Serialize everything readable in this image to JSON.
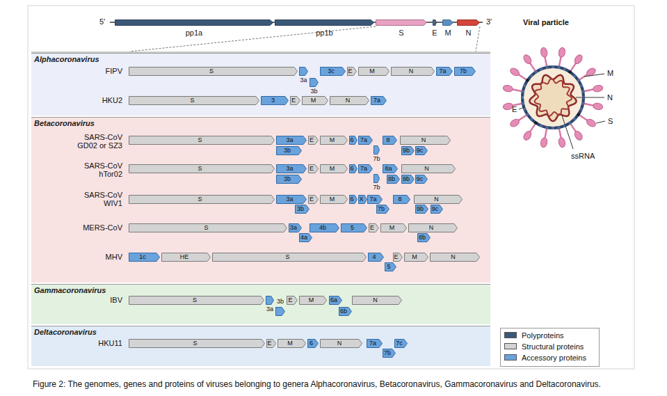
{
  "diagram": {
    "caption": "Figure 2: The genomes, genes and proteins of viruses belonging to genera Alphacoronavirus, Betacoronavirus, Gammacoronavirus and Deltacoronavirus.",
    "nodes": [
      {
        "text": [
          "pp1a"
        ]
      },
      {
        "text": [
          "pp1b"
        ]
      },
      {
        "text": [
          "S"
        ]
      },
      {
        "text": [
          "E"
        ]
      },
      {
        "text": [
          "M"
        ]
      },
      {
        "text": [
          "N"
        ]
      },
      {
        "text": [
          "Alphacoronavirus"
        ]
      },
      {
        "text": [
          "S"
        ],
        "in": 6
      },
      {
        "text": [
          "3a"
        ],
        "in": 6
      },
      {
        "text": [
          "3b"
        ],
        "in": 6
      },
      {
        "text": [
          "3c"
        ],
        "in": 6
      },
      {
        "text": [
          "E"
        ],
        "in": 6
      },
      {
        "text": [
          "M"
        ],
        "in": 6
      },
      {
        "text": [
          "N"
        ],
        "in": 6
      },
      {
        "text": [
          "7a"
        ],
        "in": 6
      },
      {
        "text": [
          "7b"
        ],
        "in": 6
      },
      {
        "text": [
          "S"
        ],
        "in": 6
      },
      {
        "text": [
          "3"
        ],
        "in": 6
      },
      {
        "text": [
          "E"
        ],
        "in": 6
      },
      {
        "text": [
          "M"
        ],
        "in": 6
      },
      {
        "text": [
          "N"
        ],
        "in": 6
      },
      {
        "text": [
          "7a"
        ],
        "in": 6
      },
      {
        "text": [
          "Betacoronavirus"
        ]
      },
      {
        "text": [
          "S"
        ],
        "in": 22
      },
      {
        "text": [
          "3a"
        ],
        "in": 22
      },
      {
        "text": [
          "3b"
        ],
        "in": 22
      },
      {
        "text": [
          "E"
        ],
        "in": 22
      },
      {
        "text": [
          "M"
        ],
        "in": 22
      },
      {
        "text": [
          "6"
        ],
        "in": 22
      },
      {
        "text": [
          "7a"
        ],
        "in": 22
      },
      {
        "text": [
          "7b"
        ],
        "in": 22
      },
      {
        "text": [
          "8"
        ],
        "in": 22
      },
      {
        "text": [
          "N"
        ],
        "in": 22
      },
      {
        "text": [
          "9b"
        ],
        "in": 22
      },
      {
        "text": [
          "9c"
        ],
        "in": 22
      },
      {
        "text": [
          "S"
        ],
        "in": 22
      },
      {
        "text": [
          "3a"
        ],
        "in": 22
      },
      {
        "text": [
          "3b"
        ],
        "in": 22
      },
      {
        "text": [
          "E"
        ],
        "in": 22
      },
      {
        "text": [
          "M"
        ],
        "in": 22
      },
      {
        "text": [
          "6"
        ],
        "in": 22
      },
      {
        "text": [
          "7a"
        ],
        "in": 22
      },
      {
        "text": [
          "7b"
        ],
        "in": 22
      },
      {
        "text": [
          "8a"
        ],
        "in": 22
      },
      {
        "text": [
          "8b"
        ],
        "in": 22
      },
      {
        "text": [
          "N"
        ],
        "in": 22
      },
      {
        "text": [
          "9b"
        ],
        "in": 22
      },
      {
        "text": [
          "9c"
        ],
        "in": 22
      },
      {
        "text": [
          "S"
        ],
        "in": 22
      },
      {
        "text": [
          "3a"
        ],
        "in": 22
      },
      {
        "text": [
          "3b"
        ],
        "in": 22
      },
      {
        "text": [
          "E"
        ],
        "in": 22
      },
      {
        "text": [
          "M"
        ],
        "in": 22
      },
      {
        "text": [
          "6"
        ],
        "in": 22
      },
      {
        "text": [
          "X"
        ],
        "in": 22
      },
      {
        "text": [
          "7a"
        ],
        "in": 22
      },
      {
        "text": [
          "7b"
        ],
        "in": 22
      },
      {
        "text": [
          "8"
        ],
        "in": 22
      },
      {
        "text": [
          "N"
        ],
        "in": 22
      },
      {
        "text": [
          "9b"
        ],
        "in": 22
      },
      {
        "text": [
          "9c"
        ],
        "in": 22
      },
      {
        "text": [
          "S"
        ],
        "in": 22
      },
      {
        "text": [
          "3a"
        ],
        "in": 22
      },
      {
        "text": [
          "4a"
        ],
        "in": 22
      },
      {
        "text": [
          "4b"
        ],
        "in": 22
      },
      {
        "text": [
          "5"
        ],
        "in": 22
      },
      {
        "text": [
          "E"
        ],
        "in": 22
      },
      {
        "text": [
          "M"
        ],
        "in": 22
      },
      {
        "text": [
          "N"
        ],
        "in": 22
      },
      {
        "text": [
          "8b"
        ],
        "in": 22
      },
      {
        "text": [
          "1c"
        ],
        "in": 22
      },
      {
        "text": [
          "HE"
        ],
        "in": 22
      },
      {
        "text": [
          "S"
        ],
        "in": 22
      },
      {
        "text": [
          "4"
        ],
        "in": 22
      },
      {
        "text": [
          "5"
        ],
        "in": 22
      },
      {
        "text": [
          "E"
        ],
        "in": 22
      },
      {
        "text": [
          "M"
        ],
        "in": 22
      },
      {
        "text": [
          "N"
        ],
        "in": 22
      },
      {
        "text": [
          "Gammacoronavirus"
        ]
      },
      {
        "text": [
          "S"
        ],
        "in": 78
      },
      {
        "text": [
          "3a"
        ],
        "in": 78
      },
      {
        "text": [
          "3b"
        ],
        "in": 78
      },
      {
        "text": [
          "E"
        ],
        "in": 78
      },
      {
        "text": [
          "M"
        ],
        "in": 78
      },
      {
        "text": [
          "6a"
        ],
        "in": 78
      },
      {
        "text": [
          "6b"
        ],
        "in": 78
      },
      {
        "text": [
          "N"
        ],
        "in": 78
      },
      {
        "text": [
          "Deltacoronavirus"
        ]
      },
      {
        "text": [
          "S"
        ],
        "in": 87
      },
      {
        "text": [
          "E"
        ],
        "in": 87
      },
      {
        "text": [
          "M"
        ],
        "in": 87
      },
      {
        "text": [
          "6"
        ],
        "in": 87
      },
      {
        "text": [
          "N"
        ],
        "in": 87
      },
      {
        "text": [
          "7a"
        ],
        "in": 87
      },
      {
        "text": [
          "7b"
        ],
        "in": 87
      },
      {
        "text": [
          "7c"
        ],
        "in": 87
      }
    ],
    "labels": [
      "5′",
      "3′",
      "Viral particle",
      "M",
      "N",
      "E",
      "S",
      "ssRNA",
      "FIPV",
      "HKU2",
      "SARS-CoV GD02 or SZ3",
      "SARS-CoV hTor02",
      "SARS-CoV WIV1",
      "MERS-CoV",
      "MHV",
      "IBV",
      "HKU11"
    ],
    "legend": [
      {
        "text": "Polyproteins",
        "color": "#3b5878"
      },
      {
        "text": "Structural proteins",
        "color": "#d3d3d3"
      },
      {
        "text": "Accessory proteins",
        "color": "#6aa3dc"
      }
    ]
  }
}
